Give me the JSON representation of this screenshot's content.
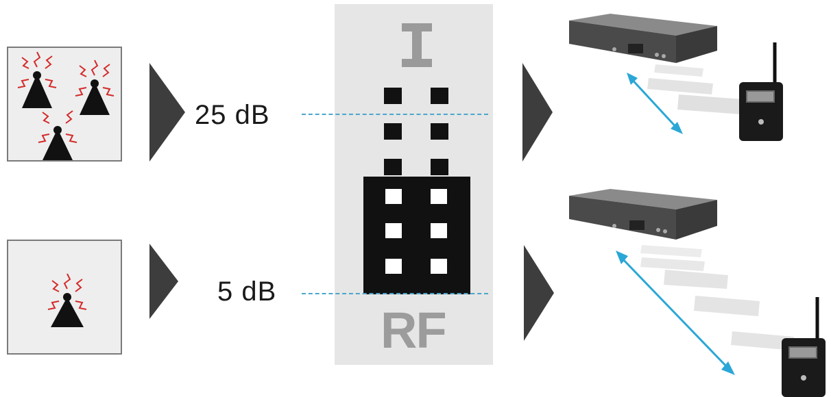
{
  "levels": {
    "high": "25 dB",
    "low": "5 dB"
  },
  "panel": {
    "interference_symbol": "I",
    "rf_symbol": "RF"
  },
  "colors": {
    "signal_lines": "#e02828",
    "range_arrow": "#2aa7d6",
    "dashed_line": "#4aa6cc",
    "panel_bg": "#e6e6e6",
    "triangle": "#3a3a3a"
  },
  "icons": {
    "transmitter": "antenna-tower-icon",
    "arrow": "play-triangle-icon",
    "device_receiver": "rack-receiver-icon",
    "device_bodypack": "bodypack-receiver-icon"
  }
}
